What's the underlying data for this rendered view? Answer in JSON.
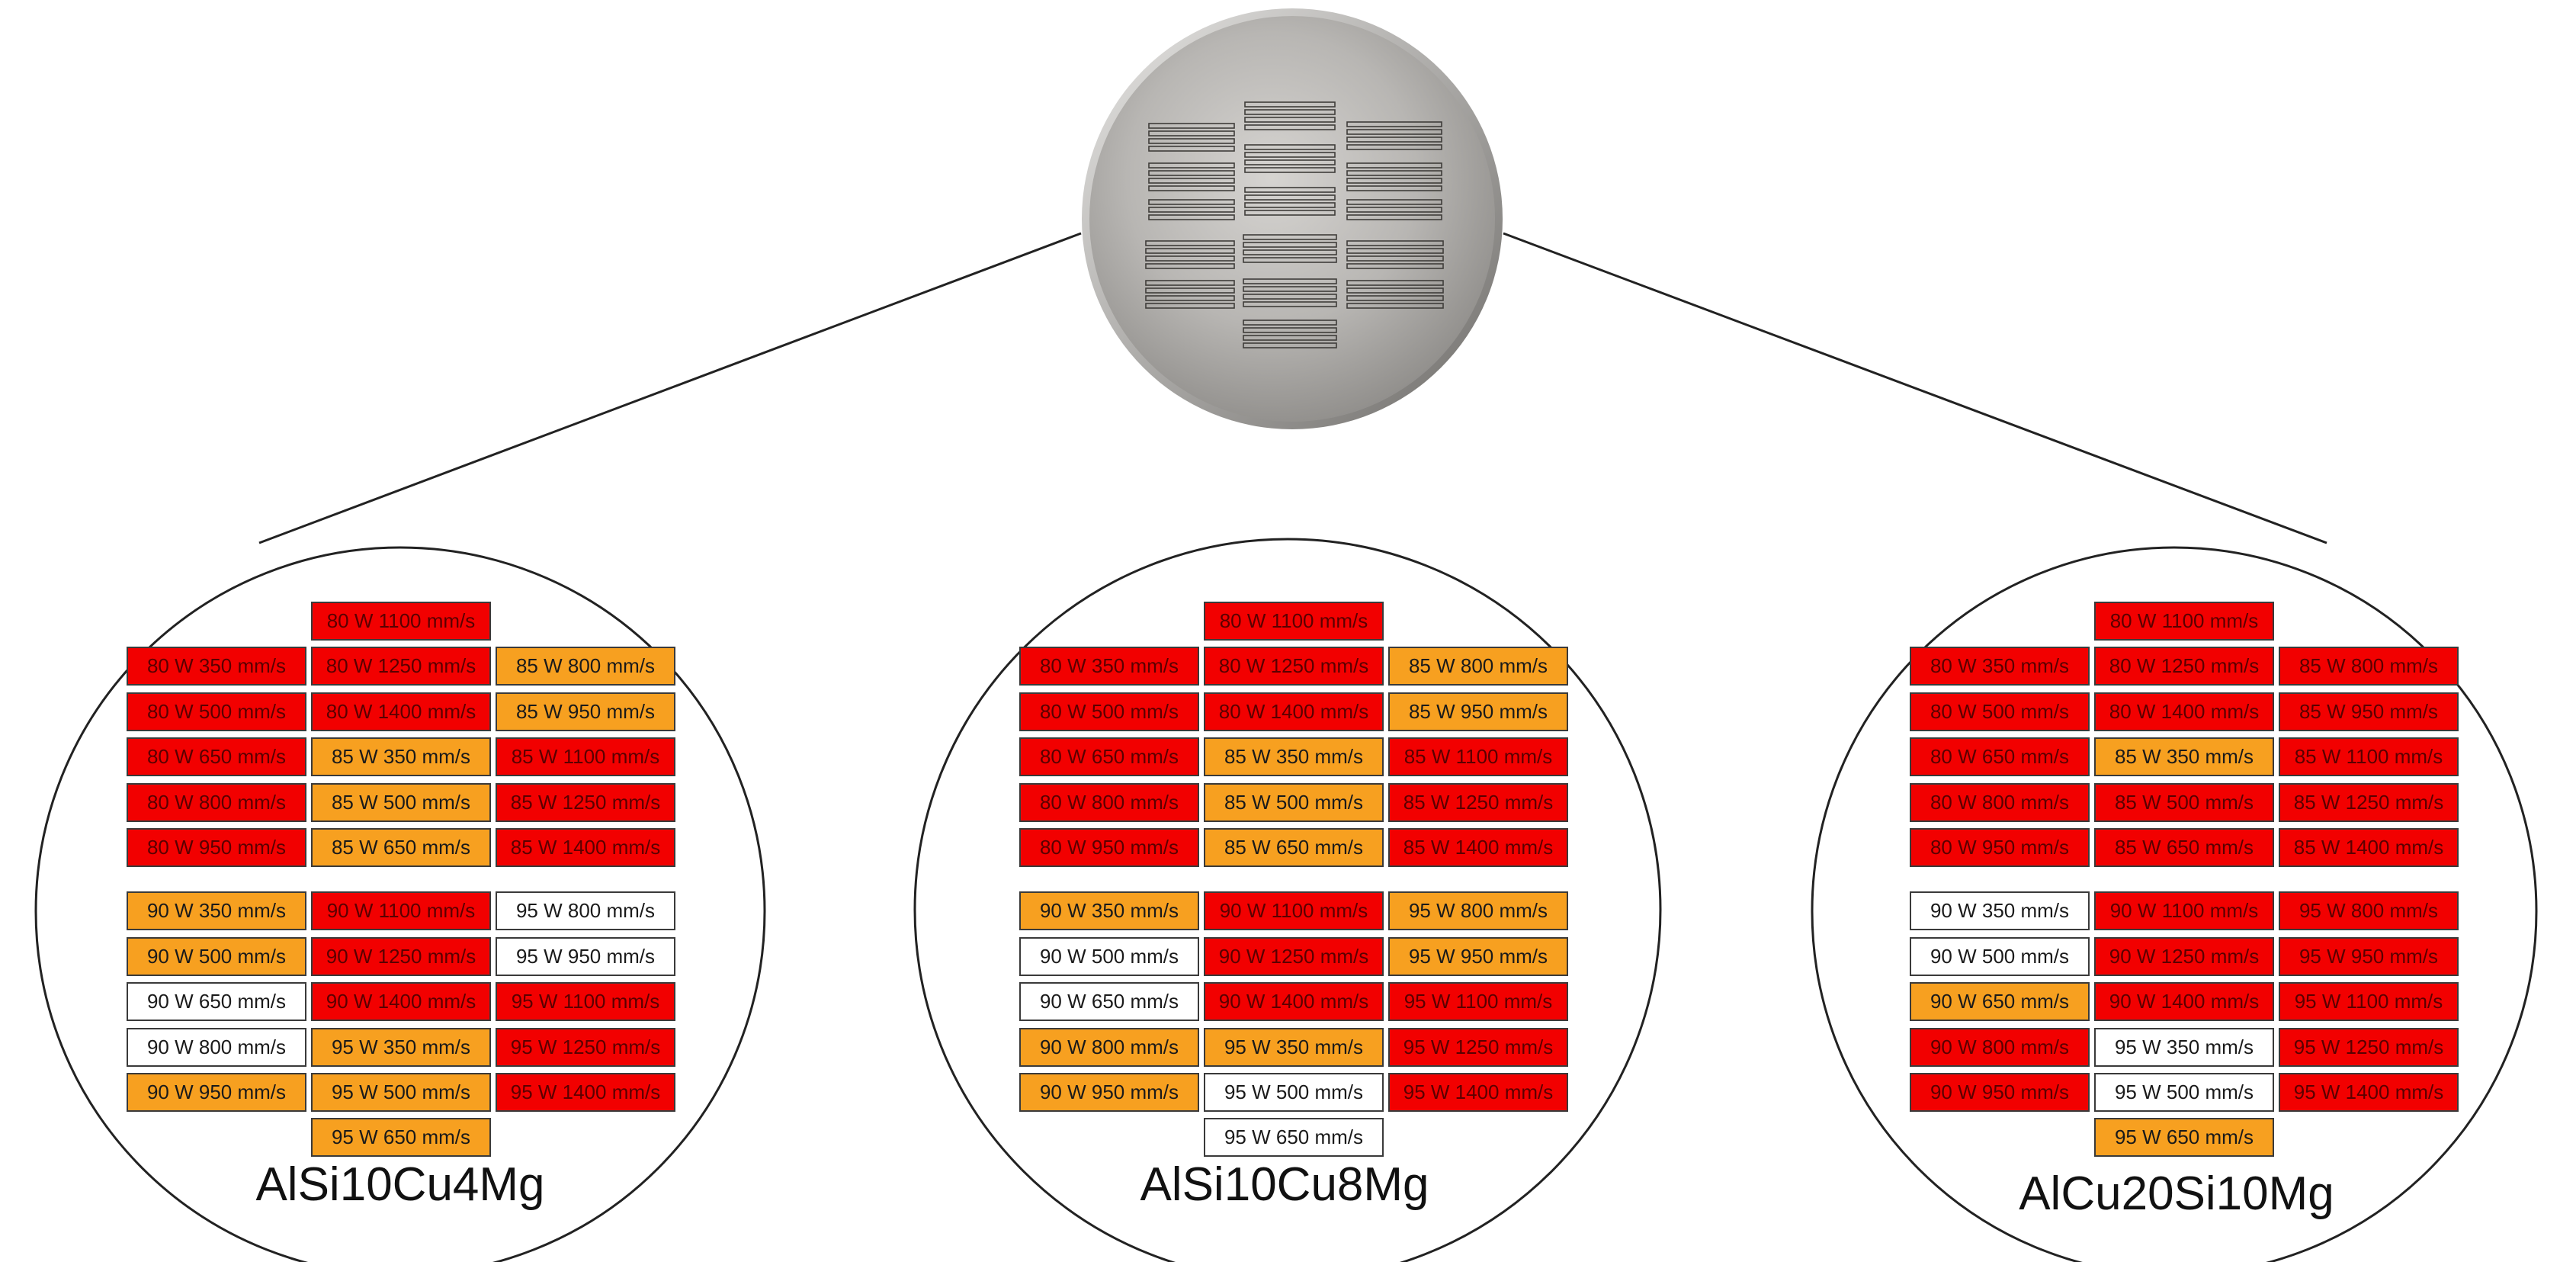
{
  "colors": {
    "red": "#f20000",
    "orange": "#f7a020",
    "white": "#ffffff",
    "outline": "#3a3a3a",
    "disc": "#b8b6b3"
  },
  "panels": [
    {
      "title": "AlSi10Cu4Mg",
      "columns": [
        [
          {
            "label": "",
            "status": "blank"
          },
          {
            "label": "80 W 350 mm/s",
            "status": "red"
          },
          {
            "label": "80 W 500 mm/s",
            "status": "red"
          },
          {
            "label": "80 W 650 mm/s",
            "status": "red"
          },
          {
            "label": "80 W 800 mm/s",
            "status": "red"
          },
          {
            "label": "80 W 950 mm/s",
            "status": "red"
          },
          {
            "label": "90 W 350 mm/s",
            "status": "orange"
          },
          {
            "label": "90 W 500 mm/s",
            "status": "orange"
          },
          {
            "label": "90 W 650 mm/s",
            "status": "white"
          },
          {
            "label": "90 W 800 mm/s",
            "status": "white"
          },
          {
            "label": "90 W 950 mm/s",
            "status": "orange"
          }
        ],
        [
          {
            "label": "80 W 1100 mm/s",
            "status": "red"
          },
          {
            "label": "80 W 1250 mm/s",
            "status": "red"
          },
          {
            "label": "80 W 1400 mm/s",
            "status": "red"
          },
          {
            "label": "85 W 350 mm/s",
            "status": "orange"
          },
          {
            "label": "85 W 500 mm/s",
            "status": "orange"
          },
          {
            "label": "85 W 650 mm/s",
            "status": "orange"
          },
          {
            "label": "90 W 1100 mm/s",
            "status": "red"
          },
          {
            "label": "90 W 1250 mm/s",
            "status": "red"
          },
          {
            "label": "90 W 1400 mm/s",
            "status": "red"
          },
          {
            "label": "95 W 350 mm/s",
            "status": "orange"
          },
          {
            "label": "95 W 500 mm/s",
            "status": "orange"
          },
          {
            "label": "95 W 650 mm/s",
            "status": "orange"
          }
        ],
        [
          {
            "label": "",
            "status": "blank"
          },
          {
            "label": "85 W 800 mm/s",
            "status": "orange"
          },
          {
            "label": "85 W 950 mm/s",
            "status": "orange"
          },
          {
            "label": "85 W 1100 mm/s",
            "status": "red"
          },
          {
            "label": "85 W 1250 mm/s",
            "status": "red"
          },
          {
            "label": "85 W 1400 mm/s",
            "status": "red"
          },
          {
            "label": "95 W 800 mm/s",
            "status": "white"
          },
          {
            "label": "95 W 950 mm/s",
            "status": "white"
          },
          {
            "label": "95 W 1100 mm/s",
            "status": "red"
          },
          {
            "label": "95 W 1250 mm/s",
            "status": "red"
          },
          {
            "label": "95 W 1400 mm/s",
            "status": "red"
          }
        ]
      ]
    },
    {
      "title": "AlSi10Cu8Mg",
      "columns": [
        [
          {
            "label": "",
            "status": "blank"
          },
          {
            "label": "80 W 350 mm/s",
            "status": "red"
          },
          {
            "label": "80 W 500 mm/s",
            "status": "red"
          },
          {
            "label": "80 W 650 mm/s",
            "status": "red"
          },
          {
            "label": "80 W 800 mm/s",
            "status": "red"
          },
          {
            "label": "80 W 950 mm/s",
            "status": "red"
          },
          {
            "label": "90 W 350 mm/s",
            "status": "orange"
          },
          {
            "label": "90 W 500 mm/s",
            "status": "white"
          },
          {
            "label": "90 W 650 mm/s",
            "status": "white"
          },
          {
            "label": "90 W 800 mm/s",
            "status": "orange"
          },
          {
            "label": "90 W 950 mm/s",
            "status": "orange"
          }
        ],
        [
          {
            "label": "80 W 1100 mm/s",
            "status": "red"
          },
          {
            "label": "80 W 1250 mm/s",
            "status": "red"
          },
          {
            "label": "80 W 1400 mm/s",
            "status": "red"
          },
          {
            "label": "85 W 350 mm/s",
            "status": "orange"
          },
          {
            "label": "85 W 500 mm/s",
            "status": "orange"
          },
          {
            "label": "85 W 650 mm/s",
            "status": "orange"
          },
          {
            "label": "90 W 1100 mm/s",
            "status": "red"
          },
          {
            "label": "90 W 1250 mm/s",
            "status": "red"
          },
          {
            "label": "90 W 1400 mm/s",
            "status": "red"
          },
          {
            "label": "95 W 350 mm/s",
            "status": "orange"
          },
          {
            "label": "95 W 500 mm/s",
            "status": "white"
          },
          {
            "label": "95 W 650 mm/s",
            "status": "white"
          }
        ],
        [
          {
            "label": "",
            "status": "blank"
          },
          {
            "label": "85 W 800 mm/s",
            "status": "orange"
          },
          {
            "label": "85 W 950 mm/s",
            "status": "orange"
          },
          {
            "label": "85 W 1100 mm/s",
            "status": "red"
          },
          {
            "label": "85 W 1250 mm/s",
            "status": "red"
          },
          {
            "label": "85 W 1400 mm/s",
            "status": "red"
          },
          {
            "label": "95 W 800 mm/s",
            "status": "orange"
          },
          {
            "label": "95 W 950 mm/s",
            "status": "orange"
          },
          {
            "label": "95 W 1100 mm/s",
            "status": "red"
          },
          {
            "label": "95 W 1250 mm/s",
            "status": "red"
          },
          {
            "label": "95 W 1400 mm/s",
            "status": "red"
          }
        ]
      ]
    },
    {
      "title": "AlCu20Si10Mg",
      "columns": [
        [
          {
            "label": "",
            "status": "blank"
          },
          {
            "label": "80 W 350 mm/s",
            "status": "red"
          },
          {
            "label": "80 W 500 mm/s",
            "status": "red"
          },
          {
            "label": "80 W 650 mm/s",
            "status": "red"
          },
          {
            "label": "80 W 800 mm/s",
            "status": "red"
          },
          {
            "label": "80 W 950 mm/s",
            "status": "red"
          },
          {
            "label": "90 W 350 mm/s",
            "status": "white"
          },
          {
            "label": "90 W 500 mm/s",
            "status": "white"
          },
          {
            "label": "90 W 650 mm/s",
            "status": "orange"
          },
          {
            "label": "90 W 800 mm/s",
            "status": "red"
          },
          {
            "label": "90 W 950 mm/s",
            "status": "red"
          }
        ],
        [
          {
            "label": "80 W 1100 mm/s",
            "status": "red"
          },
          {
            "label": "80 W 1250 mm/s",
            "status": "red"
          },
          {
            "label": "80 W 1400 mm/s",
            "status": "red"
          },
          {
            "label": "85 W 350 mm/s",
            "status": "orange"
          },
          {
            "label": "85 W 500 mm/s",
            "status": "red"
          },
          {
            "label": "85 W 650 mm/s",
            "status": "red"
          },
          {
            "label": "90 W 1100 mm/s",
            "status": "red"
          },
          {
            "label": "90 W 1250 mm/s",
            "status": "red"
          },
          {
            "label": "90 W 1400 mm/s",
            "status": "red"
          },
          {
            "label": "95 W 350 mm/s",
            "status": "white"
          },
          {
            "label": "95 W 500 mm/s",
            "status": "white"
          },
          {
            "label": "95 W 650 mm/s",
            "status": "orange"
          }
        ],
        [
          {
            "label": "",
            "status": "blank"
          },
          {
            "label": "85 W 800 mm/s",
            "status": "red"
          },
          {
            "label": "85 W 950 mm/s",
            "status": "red"
          },
          {
            "label": "85 W 1100 mm/s",
            "status": "red"
          },
          {
            "label": "85 W 1250 mm/s",
            "status": "red"
          },
          {
            "label": "85 W 1400 mm/s",
            "status": "red"
          },
          {
            "label": "95 W 800 mm/s",
            "status": "red"
          },
          {
            "label": "95 W 950 mm/s",
            "status": "red"
          },
          {
            "label": "95 W 1100 mm/s",
            "status": "red"
          },
          {
            "label": "95 W 1250 mm/s",
            "status": "red"
          },
          {
            "label": "95 W 1400 mm/s",
            "status": "red"
          }
        ]
      ]
    }
  ]
}
